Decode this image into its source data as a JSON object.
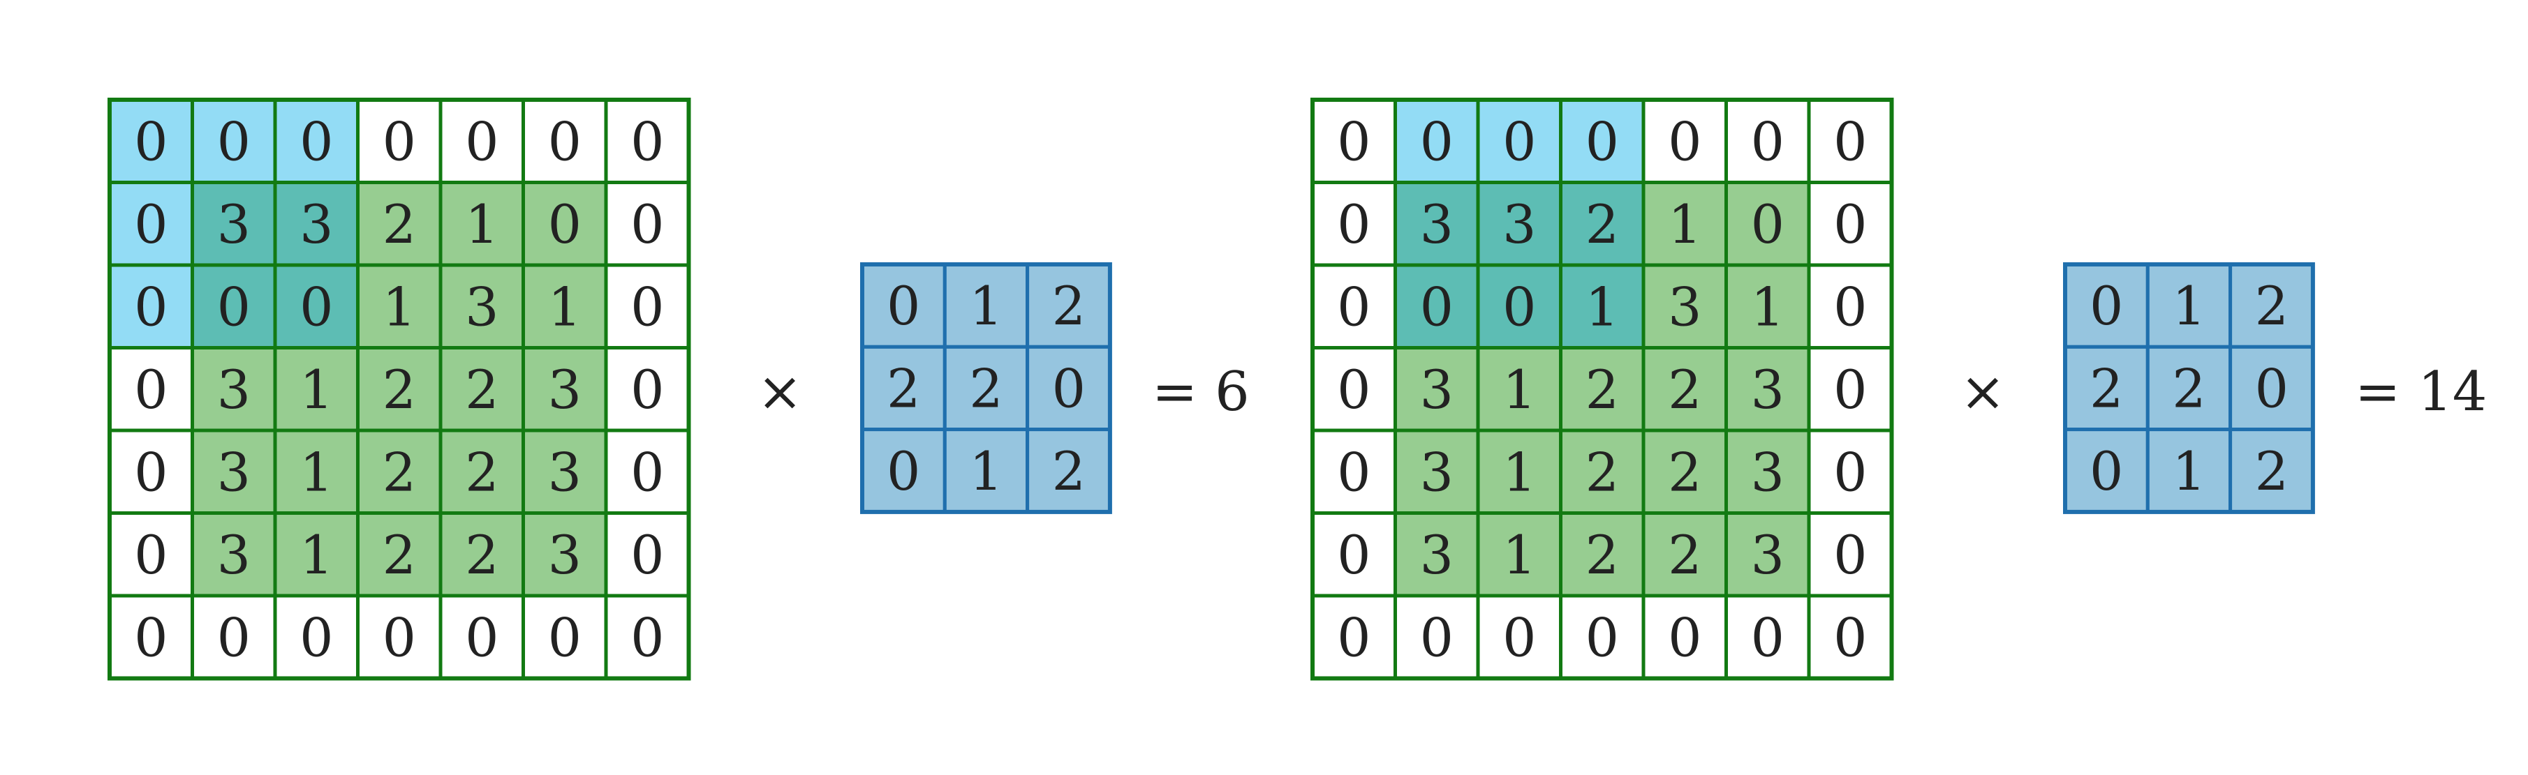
{
  "colors": {
    "background": "#ffffff",
    "input_border": "#127a12",
    "kernel_border": "#1f6fad",
    "kernel_fill": "#96c5df",
    "window_fill": "#93dcf5",
    "interior_fill": "#97cd91",
    "overlap_fill": "#5dbdb4",
    "padding_fill": "#ffffff",
    "text": "#222222"
  },
  "panels": [
    {
      "input_matrix": [
        [
          0,
          0,
          0,
          0,
          0,
          0,
          0
        ],
        [
          0,
          3,
          3,
          2,
          1,
          0,
          0
        ],
        [
          0,
          0,
          0,
          1,
          3,
          1,
          0
        ],
        [
          0,
          3,
          1,
          2,
          2,
          3,
          0
        ],
        [
          0,
          3,
          1,
          2,
          2,
          3,
          0
        ],
        [
          0,
          3,
          1,
          2,
          2,
          3,
          0
        ],
        [
          0,
          0,
          0,
          0,
          0,
          0,
          0
        ]
      ],
      "window_origin": [
        0,
        0
      ],
      "window_size": 3,
      "interior_range": [
        1,
        5
      ],
      "operator": "×",
      "kernel": [
        [
          0,
          1,
          2
        ],
        [
          2,
          2,
          0
        ],
        [
          0,
          1,
          2
        ]
      ],
      "result": "= 6"
    },
    {
      "input_matrix": [
        [
          0,
          0,
          0,
          0,
          0,
          0,
          0
        ],
        [
          0,
          3,
          3,
          2,
          1,
          0,
          0
        ],
        [
          0,
          0,
          0,
          1,
          3,
          1,
          0
        ],
        [
          0,
          3,
          1,
          2,
          2,
          3,
          0
        ],
        [
          0,
          3,
          1,
          2,
          2,
          3,
          0
        ],
        [
          0,
          3,
          1,
          2,
          2,
          3,
          0
        ],
        [
          0,
          0,
          0,
          0,
          0,
          0,
          0
        ]
      ],
      "window_origin": [
        0,
        1
      ],
      "window_size": 3,
      "interior_range": [
        1,
        5
      ],
      "operator": "×",
      "kernel": [
        [
          0,
          1,
          2
        ],
        [
          2,
          2,
          0
        ],
        [
          0,
          1,
          2
        ]
      ],
      "result": "= 14"
    }
  ]
}
